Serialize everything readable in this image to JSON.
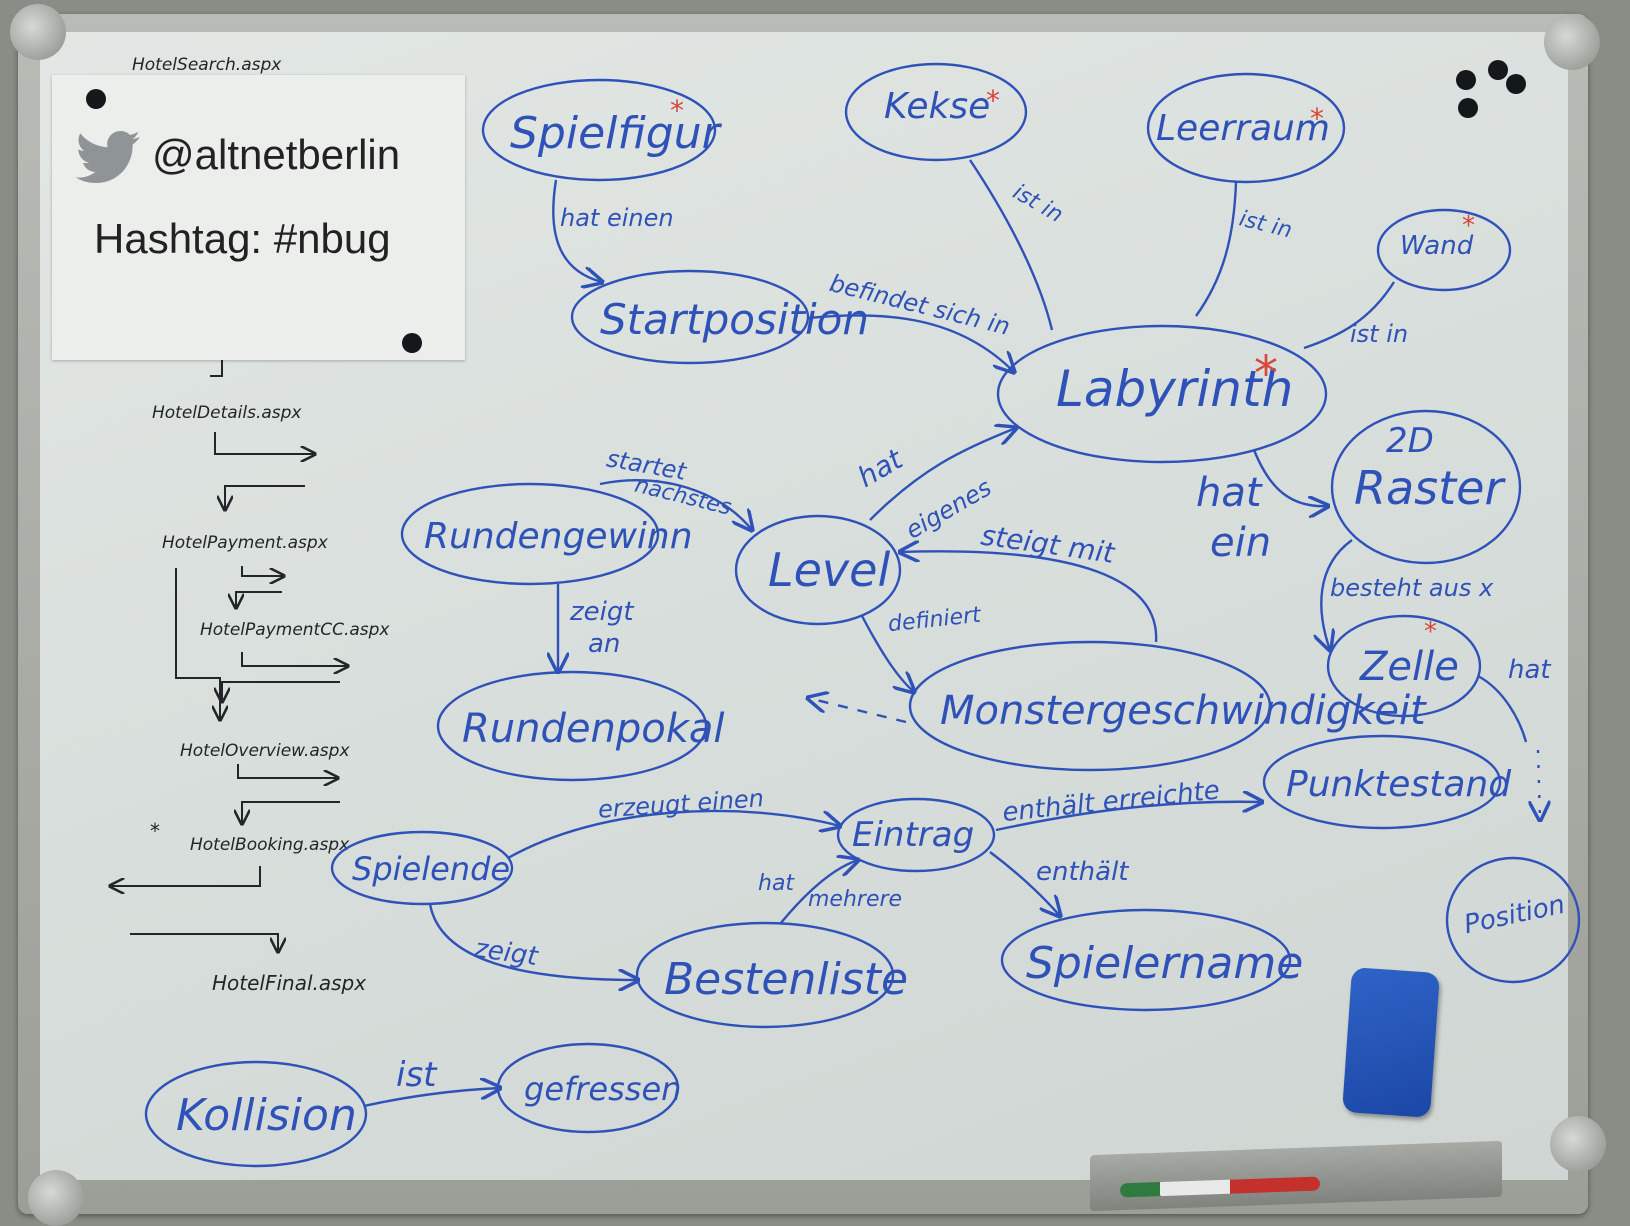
{
  "sheet": {
    "twitter_handle": "@altnetberlin",
    "hashtag": "Hashtag: #nbug"
  },
  "flow": {
    "items": [
      "HotelSearch.aspx",
      "HotelDetails.aspx",
      "HotelPayment.aspx",
      "HotelPaymentCC.aspx",
      "HotelOverview.aspx",
      "HotelBooking.aspx",
      "HotelFinal.aspx"
    ],
    "marker": "*"
  },
  "nodes": {
    "spielfigur": "Spielfigur",
    "kekse": "Kekse",
    "leerraum": "Leerraum",
    "wand": "Wand",
    "startposition": "Startposition",
    "labyrinth": "Labyrinth",
    "raster_top": "2D",
    "raster_bottom": "Raster",
    "rundengewinn": "Rundengewinn",
    "level": "Level",
    "zelle": "Zelle",
    "rundenpokal": "Rundenpokal",
    "monstergeschwindigkeit": "Monstergeschwindigkeit",
    "punktestand": "Punktestand",
    "spielende": "Spielende",
    "eintrag": "Eintrag",
    "position": "Position",
    "bestenliste": "Bestenliste",
    "spielername": "Spielername",
    "kollision": "Kollision",
    "gefressen": "gefressen"
  },
  "edges": {
    "hat_einen": "hat einen",
    "ist_in_kekse": "ist in",
    "ist_in_leerraum": "ist in",
    "ist_in_wand": "ist in",
    "befindet_sich_in": "befindet sich in",
    "hat": "hat",
    "eigenes": "eigenes",
    "hat_ein_1": "hat",
    "hat_ein_2": "ein",
    "startet": "startet",
    "naechstes": "nächstes",
    "steigt_mit": "steigt mit",
    "besteht_aus": "besteht aus x",
    "zeigt_an_1": "zeigt",
    "zeigt_an_2": "an",
    "definiert": "definiert",
    "hat_zelle": "hat",
    "erzeugt_einen": "erzeugt einen",
    "enthaelt_erreichte": "enthält erreichte",
    "hat_mehrere_1": "hat",
    "hat_mehrere_2": "mehrere",
    "enthaelt": "enthält",
    "zeigt": "zeigt",
    "ist": "ist"
  },
  "star": "*"
}
